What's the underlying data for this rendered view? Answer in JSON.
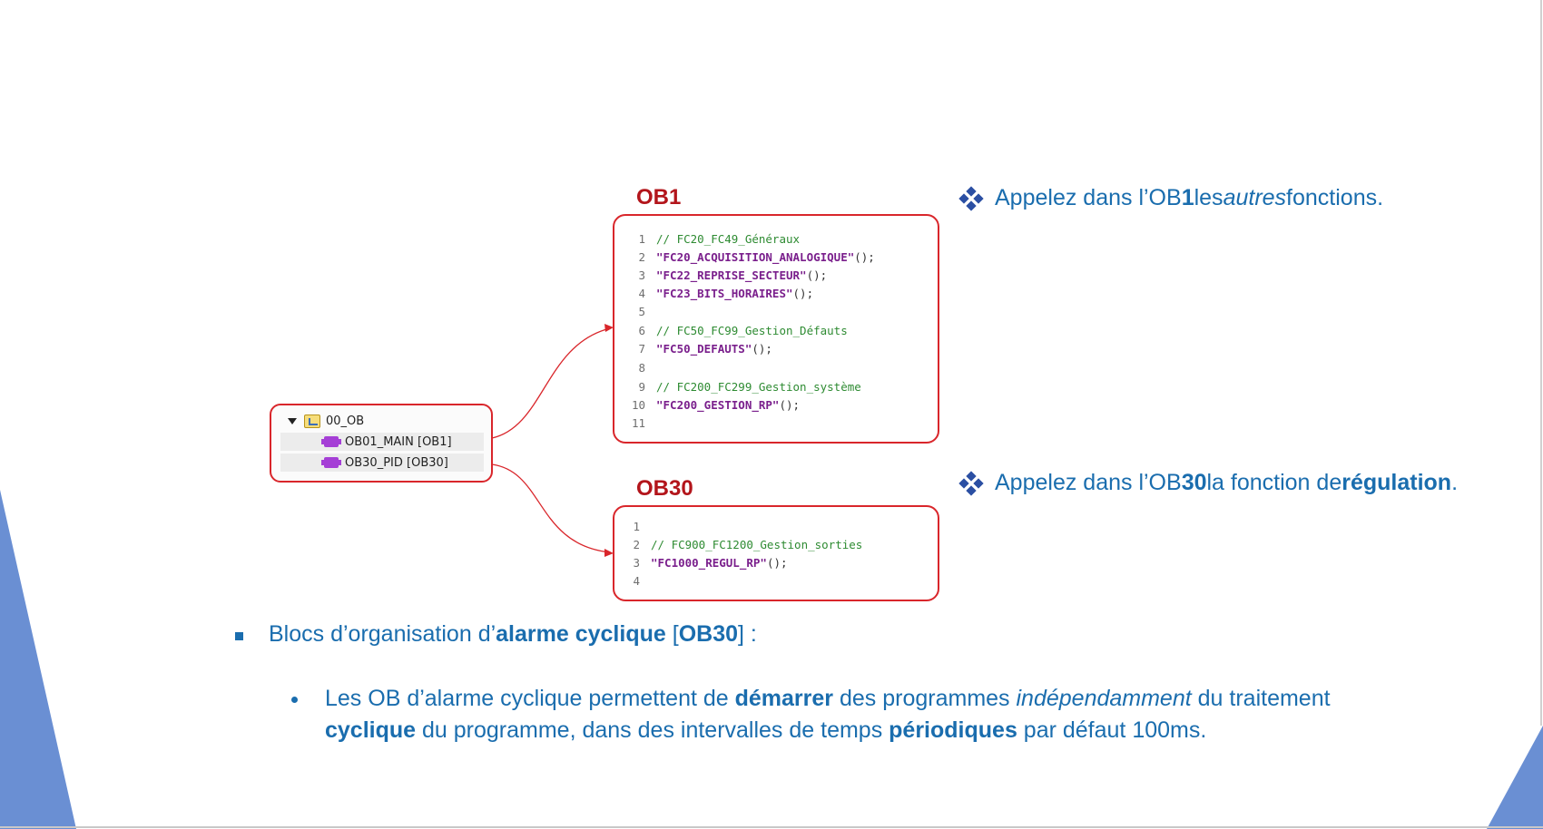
{
  "tree": {
    "folder": "00_OB",
    "items": [
      "OB01_MAIN [OB1]",
      "OB30_PID [OB30]"
    ]
  },
  "ob1": {
    "title": "OB1",
    "lines": [
      {
        "n": "1",
        "comment": "// FC20_FC49_Généraux"
      },
      {
        "n": "2",
        "call": "\"FC20_ACQUISITION_ANALOGIQUE\"",
        "suffix": "();"
      },
      {
        "n": "3",
        "call": "\"FC22_REPRISE_SECTEUR\"",
        "suffix": "();"
      },
      {
        "n": "4",
        "call": "\"FC23_BITS_HORAIRES\"",
        "suffix": "();"
      },
      {
        "n": "5"
      },
      {
        "n": "6",
        "comment": "// FC50_FC99_Gestion_Défauts"
      },
      {
        "n": "7",
        "call": "\"FC50_DEFAUTS\"",
        "suffix": "();"
      },
      {
        "n": "8"
      },
      {
        "n": "9",
        "comment": "// FC200_FC299_Gestion_système"
      },
      {
        "n": "10",
        "call": "\"FC200_GESTION_RP\"",
        "suffix": "();"
      },
      {
        "n": "11"
      }
    ]
  },
  "ob30": {
    "title": "OB30",
    "lines": [
      {
        "n": "1"
      },
      {
        "n": "2",
        "comment": "// FC900_FC1200_Gestion_sorties"
      },
      {
        "n": "3",
        "call": "\"FC1000_REGUL_RP\"",
        "suffix": "();"
      },
      {
        "n": "4"
      }
    ]
  },
  "notes": {
    "ob1": {
      "a": "Appelez dans l’OB",
      "b": "1",
      "c": " les ",
      "d": "autres",
      "e": " fonctions."
    },
    "ob30": {
      "a": "Appelez dans l’OB",
      "b": "30",
      "c": " la fonction de ",
      "d": "régulation",
      "e": "."
    }
  },
  "bullet1": {
    "a": "Blocs d’organisation d’",
    "b": "alarme cyclique",
    "c": " [",
    "d": "OB30",
    "e": "] :"
  },
  "bullet2": {
    "line1": {
      "a": "Les OB d’alarme cyclique permettent de ",
      "b": "démarrer",
      "c": " des programmes ",
      "d": "indépendamment",
      "e": " du traitement"
    },
    "line2": {
      "a": "cyclique",
      "b": " du programme, dans des intervalles de temps ",
      "c": "périodiques",
      "d": " par défaut 100ms."
    }
  },
  "colors": {
    "accent_blue": "#1a6dae",
    "frame_red": "#d9262b",
    "title_red": "#b3151b",
    "deco_blue": "#6a8fd3"
  }
}
